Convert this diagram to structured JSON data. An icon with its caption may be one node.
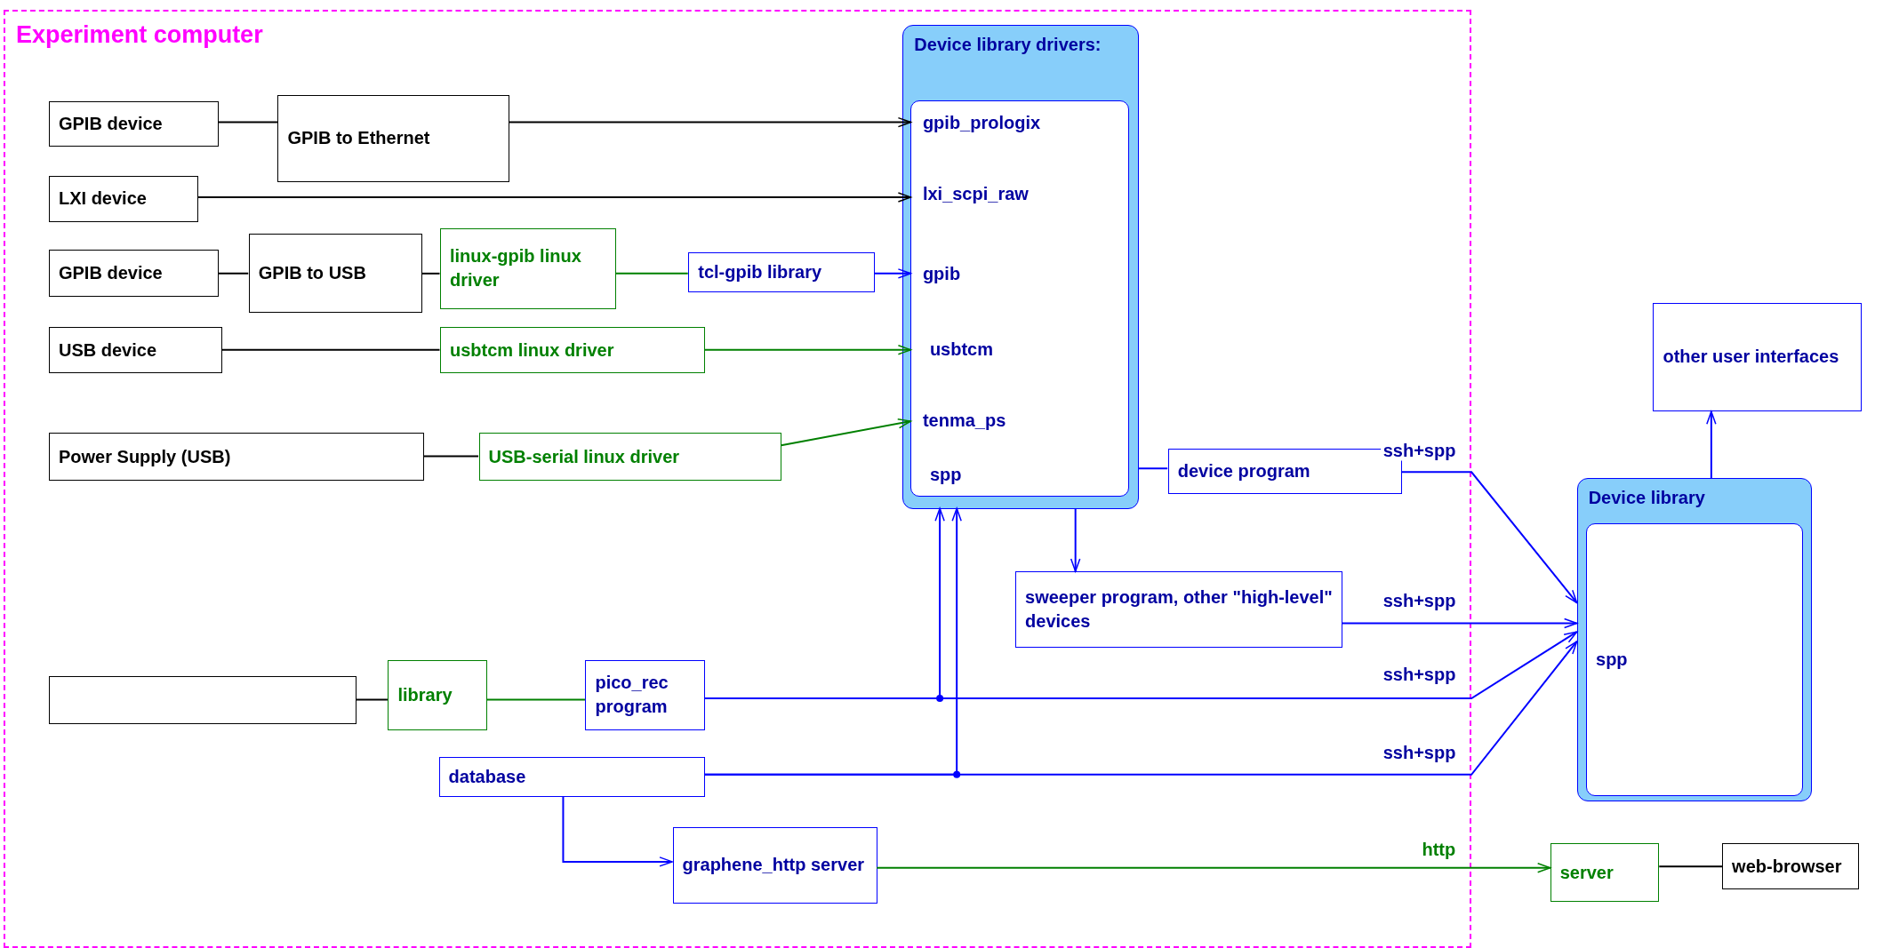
{
  "diagram": {
    "nodes": [
      {
        "text": [
          "Experiment computer"
        ]
      },
      {
        "text": [
          "Device library drivers:"
        ],
        "in": 0
      },
      {
        "text": [],
        "shape": "box",
        "in": 1
      },
      {
        "text": [
          "gpib_prologix"
        ],
        "in": 2
      },
      {
        "text": [
          "lxi_scpi_raw"
        ],
        "in": 2
      },
      {
        "text": [
          "gpib"
        ],
        "in": 2
      },
      {
        "text": [
          "usbtcm"
        ],
        "in": 2
      },
      {
        "text": [
          "tenma_ps"
        ],
        "in": 2
      },
      {
        "text": [
          "spp"
        ],
        "in": 2
      },
      {
        "text": [
          "GPIB device"
        ],
        "in": 0
      },
      {
        "text": [
          "GPIB to Ethernet"
        ],
        "in": 0
      },
      {
        "text": [
          "LXI device"
        ],
        "in": 0
      },
      {
        "text": [
          "GPIB device"
        ],
        "in": 0
      },
      {
        "text": [
          "GPIB to USB"
        ],
        "in": 0
      },
      {
        "text": [
          "linux-gpib linux driver"
        ],
        "in": 0
      },
      {
        "text": [
          "tcl-gpib library"
        ],
        "in": 0
      },
      {
        "text": [
          "USB device"
        ],
        "in": 0
      },
      {
        "text": [
          "usbtcm linux driver"
        ],
        "in": 0
      },
      {
        "text": [
          "Power Supply (USB)"
        ],
        "in": 0
      },
      {
        "text": [
          "USB-serial linux driver"
        ],
        "in": 0
      },
      {
        "text": [
          "device program"
        ],
        "in": 0
      },
      {
        "text": [
          "sweeper program, other \"high-level\" devices"
        ],
        "in": 0
      },
      {
        "text": [],
        "shape": "box",
        "in": 0
      },
      {
        "text": [
          "library"
        ],
        "in": 0
      },
      {
        "text": [
          "pico_rec program"
        ],
        "in": 0
      },
      {
        "text": [
          "database"
        ],
        "in": 0
      },
      {
        "text": [
          "graphene_http server"
        ],
        "in": 0
      },
      {
        "text": [
          "other user interfaces"
        ]
      },
      {
        "text": [
          "Device library"
        ]
      },
      {
        "text": [
          "spp"
        ],
        "in": 28
      },
      {
        "text": [
          "server"
        ]
      },
      {
        "text": [
          "web-browser"
        ]
      }
    ],
    "edges": [
      {
        "from": 9,
        "to": 10,
        "arrow": "none",
        "color": "#000000"
      },
      {
        "from": 10,
        "to": 3,
        "arrow": "to",
        "color": "#000000"
      },
      {
        "from": 11,
        "to": 4,
        "arrow": "to",
        "color": "#000000"
      },
      {
        "from": 12,
        "to": 13,
        "arrow": "none",
        "color": "#000000"
      },
      {
        "from": 13,
        "to": 14,
        "arrow": "none",
        "color": "#000000"
      },
      {
        "from": 14,
        "to": 15,
        "arrow": "none",
        "color": "#008000"
      },
      {
        "from": 15,
        "to": 5,
        "arrow": "to"
      },
      {
        "from": 16,
        "to": 17,
        "arrow": "none",
        "color": "#000000"
      },
      {
        "from": 17,
        "to": 6,
        "arrow": "to",
        "color": "#008000"
      },
      {
        "from": 18,
        "to": 19,
        "arrow": "none",
        "color": "#000000"
      },
      {
        "from": 19,
        "to": 7,
        "arrow": "to",
        "color": "#008000"
      },
      {
        "from": 1,
        "to": 20,
        "arrow": "none"
      },
      {
        "from": 20,
        "to": 28,
        "arrow": "to",
        "label": "ssh+spp"
      },
      {
        "from": 1,
        "to": 21,
        "arrow": "to"
      },
      {
        "from": 21,
        "to": 28,
        "arrow": "to",
        "label": "ssh+spp"
      },
      {
        "from": 22,
        "to": 23,
        "arrow": "none",
        "color": "#000000"
      },
      {
        "from": 23,
        "to": 24,
        "arrow": "none",
        "color": "#008000"
      },
      {
        "from": 24,
        "to": 28,
        "arrow": "to",
        "label": "ssh+spp"
      },
      {
        "from": 24,
        "to": 1,
        "arrow": "to"
      },
      {
        "from": 25,
        "to": 28,
        "arrow": "to",
        "label": "ssh+spp"
      },
      {
        "from": 25,
        "to": 1,
        "arrow": "to"
      },
      {
        "from": 25,
        "to": 26,
        "arrow": "to"
      },
      {
        "from": 26,
        "to": 30,
        "arrow": "to",
        "label": "http",
        "color": "#008000"
      },
      {
        "from": 30,
        "to": 31,
        "arrow": "none",
        "color": "#000000"
      },
      {
        "from": 28,
        "to": 27,
        "arrow": "to"
      }
    ]
  }
}
